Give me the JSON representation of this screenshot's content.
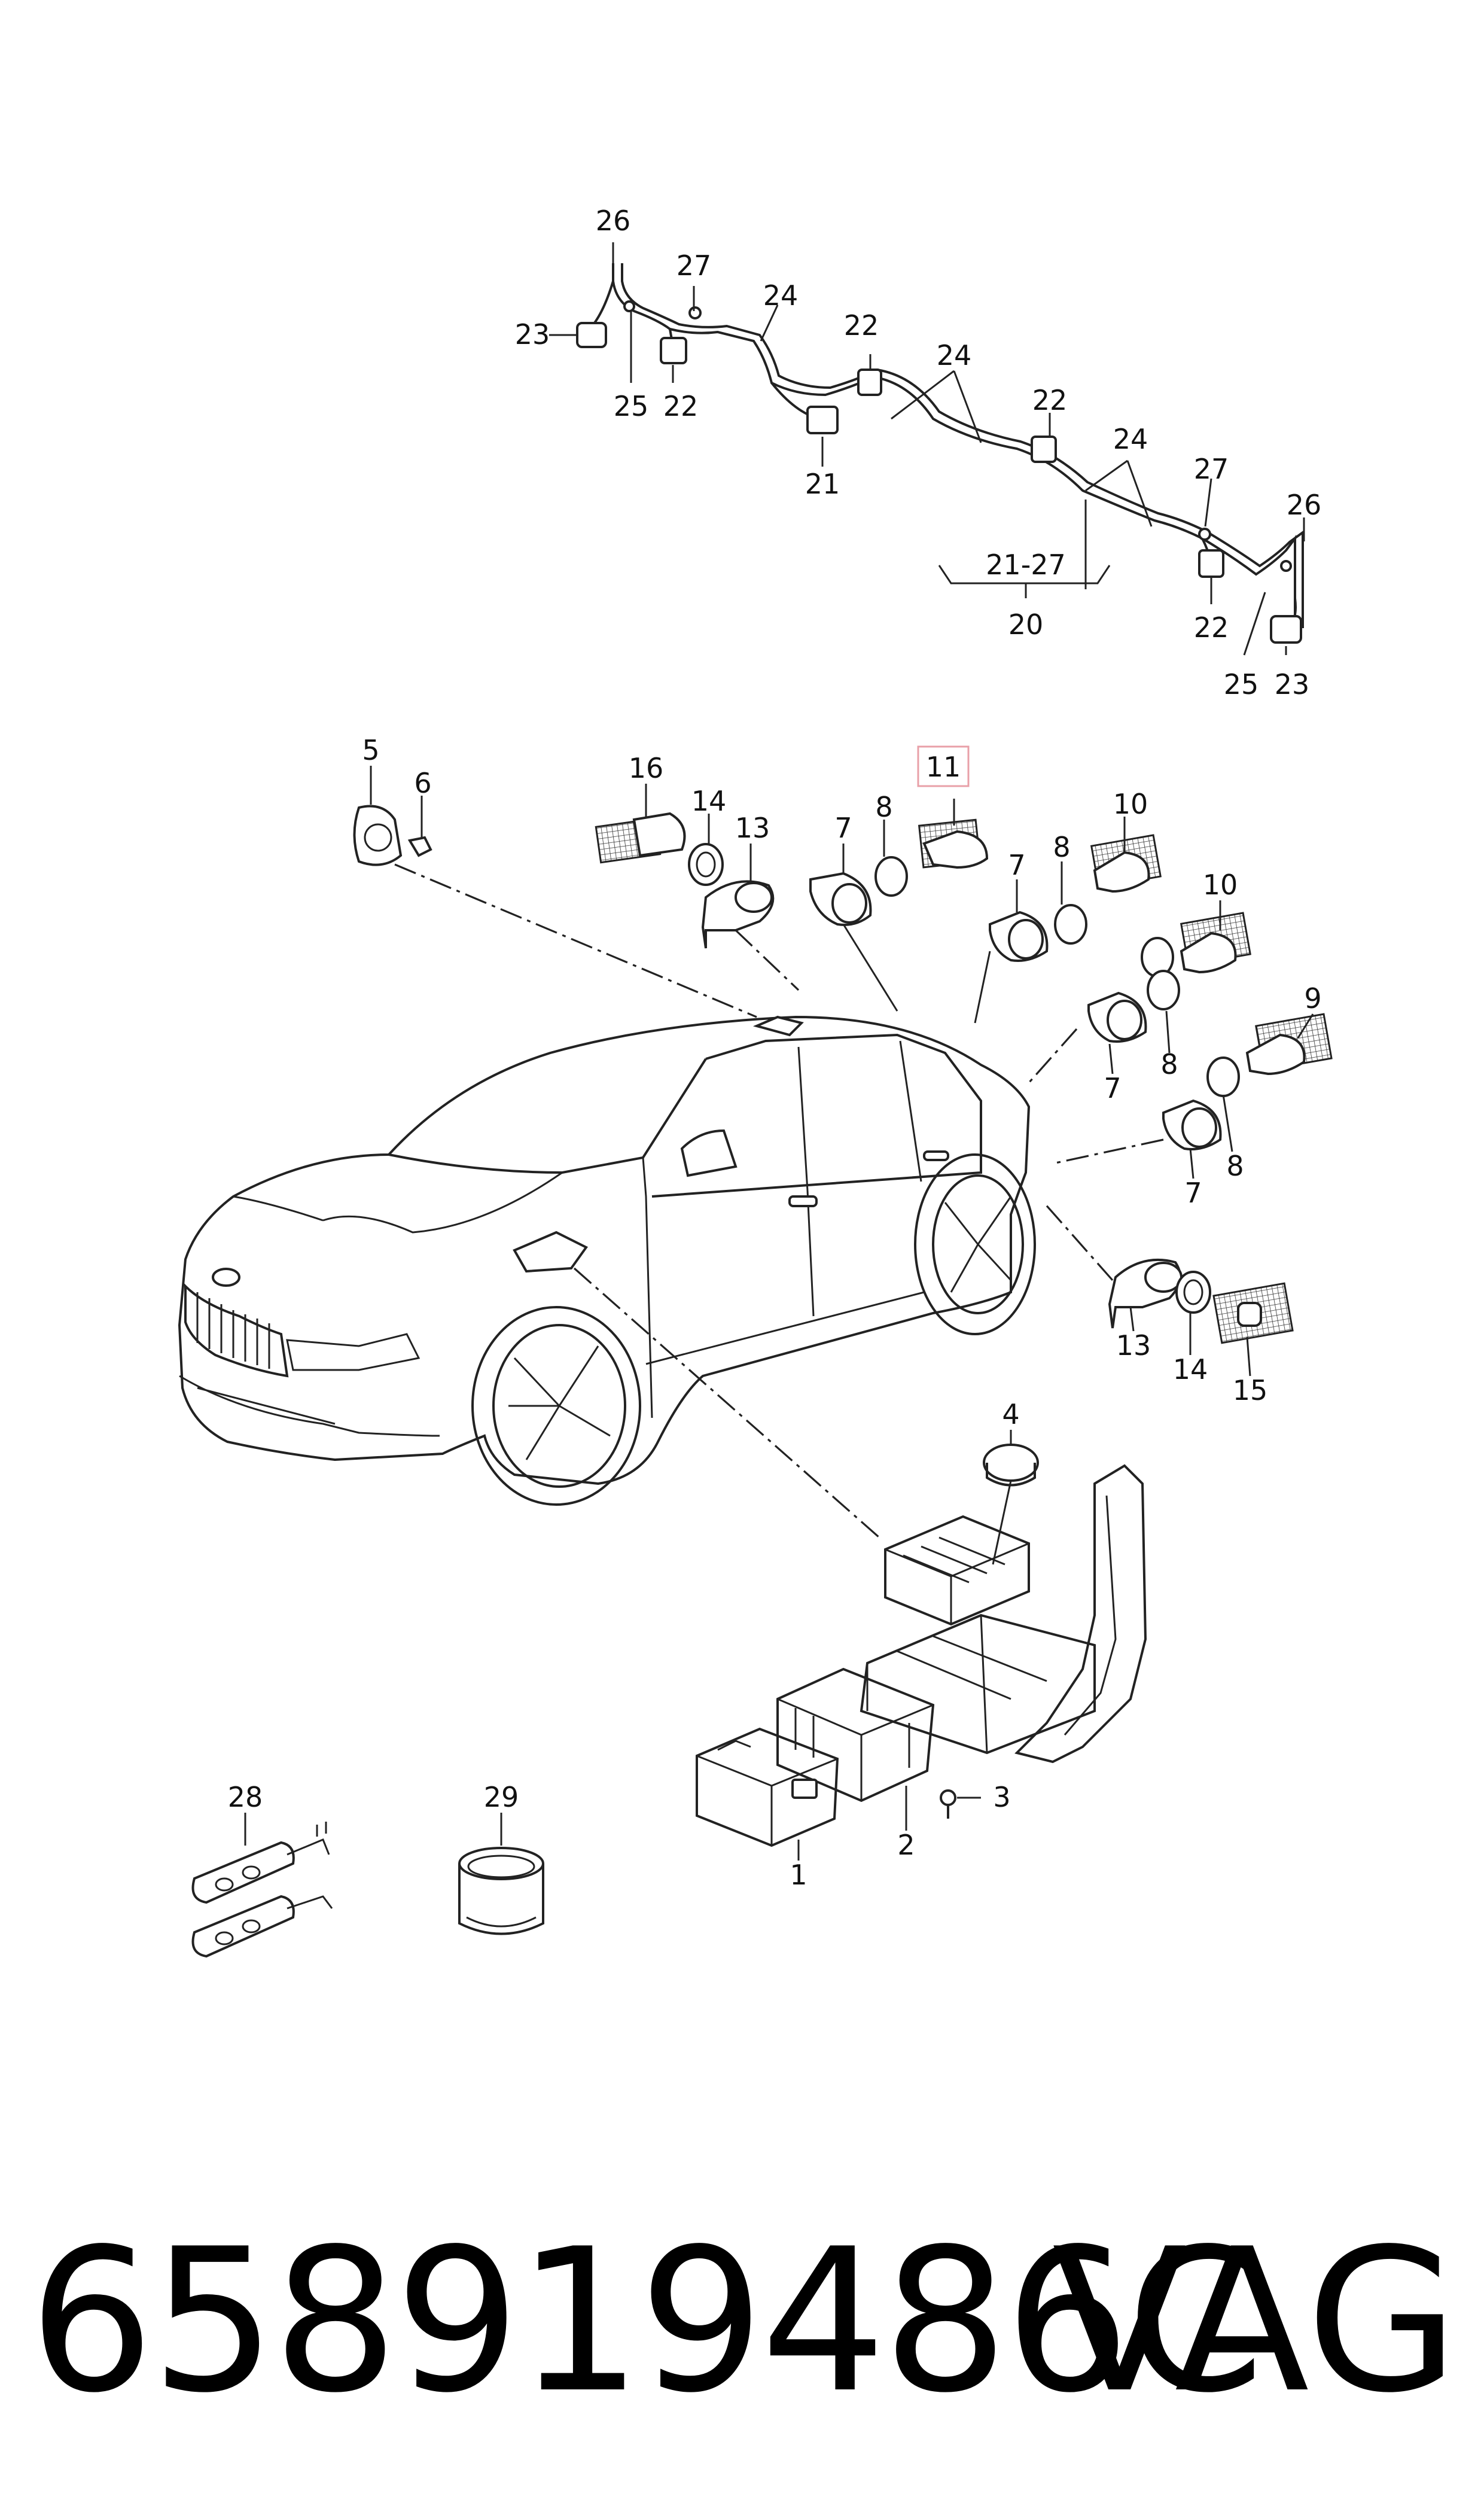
{
  "labels": {
    "l1": "1",
    "l2": "2",
    "l3": "3",
    "l4": "4",
    "l5": "5",
    "l6": "6",
    "l7": "7",
    "l8": "8",
    "l9": "9",
    "l10": "10",
    "l11": "11",
    "l13": "13",
    "l14": "14",
    "l15": "15",
    "l16": "16",
    "l20": "20",
    "l21": "21",
    "l21_27": "21-27",
    "l22": "22",
    "l23": "23",
    "l24": "24",
    "l25": "25",
    "l26": "26",
    "l27": "27",
    "l28": "28",
    "l29": "29"
  },
  "highlight_color": "#e8a0a8",
  "footer": {
    "part_number": "658919486C",
    "brand": "VAG"
  }
}
